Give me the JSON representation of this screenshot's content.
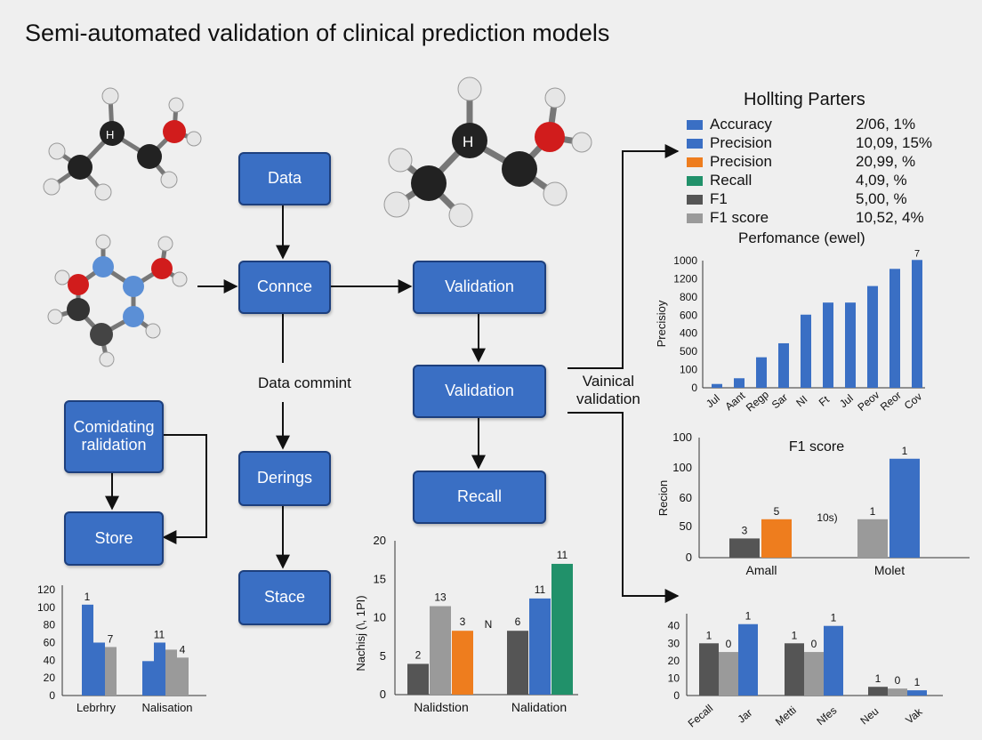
{
  "title": "Semi-automated validation of clinical prediction models",
  "flow": {
    "data": "Data",
    "connce": "Connce",
    "validation1": "Validation",
    "validation2": "Validation",
    "recall": "Recall",
    "derings": "Derings",
    "stace": "Stace",
    "comidating": "Comidating\nralidation",
    "store": "Store",
    "data_commint": "Data commint",
    "vainical": "Vainical\nvalidation"
  },
  "legend": {
    "title": "Hollting Parters",
    "items": [
      {
        "name": "Accuracy",
        "value": "2/06, 1%",
        "color": "#3a6fc4"
      },
      {
        "name": "Precision",
        "value": "10,09, 15%",
        "color": "#3a6fc4"
      },
      {
        "name": "Precision",
        "value": "20,99, %",
        "color": "#ee7d1e"
      },
      {
        "name": "Recall",
        "value": "4,09, %",
        "color": "#21916a"
      },
      {
        "name": "F1",
        "value": "5,00, %",
        "color": "#555555"
      },
      {
        "name": "F1 score",
        "value": "10,52, 4%",
        "color": "#9a9a9a"
      }
    ],
    "footer": "Perfomance (ewel)"
  },
  "chart_data": [
    {
      "type": "bar",
      "id": "precision",
      "ylabel": "Precisioy",
      "ytick_labels": [
        "0",
        "100",
        "500",
        "400",
        "600",
        "800",
        "1200",
        "1000"
      ],
      "categories": [
        "Jul",
        "Aant",
        "Regp",
        "Sar",
        "NI",
        "Ft",
        "Jul",
        "Peov",
        "Reor",
        "Cov"
      ],
      "values": [
        30,
        75,
        240,
        350,
        575,
        670,
        670,
        800,
        935,
        1005
      ],
      "ylim": [
        0,
        1000
      ],
      "annotations": [
        {
          "index": 9,
          "text": "7"
        }
      ],
      "colors": [
        "#3a6fc4"
      ]
    },
    {
      "type": "bar",
      "id": "f1score",
      "title": "F1 score",
      "ylabel": "Recion",
      "ytick_labels": [
        "0",
        "50",
        "60",
        "100",
        "100"
      ],
      "categories": [
        "Amall",
        "Molet"
      ],
      "series_values": [
        [
          20,
          40
        ],
        [
          40,
          103
        ]
      ],
      "series_colors": [
        [
          "#555555",
          "#ee7d1e"
        ],
        [
          "#9a9a9a",
          "#3a6fc4"
        ]
      ],
      "data_labels": [
        [
          "3",
          "5"
        ],
        [
          "1",
          "1"
        ]
      ],
      "ylim": [
        0,
        125
      ],
      "annotation": "10s)"
    },
    {
      "type": "bar",
      "id": "bottom-right",
      "yticks": [
        0,
        10,
        20,
        30,
        40
      ],
      "categories": [
        "Fecall",
        "Jar",
        "Metti",
        "Nfes",
        "Neu",
        "Vak"
      ],
      "groups": [
        {
          "values": [
            30,
            25,
            41
          ],
          "labels": [
            "1",
            "0",
            "1"
          ],
          "colors": [
            "#555555",
            "#9a9a9a",
            "#3a6fc4"
          ]
        },
        {
          "values": [
            30,
            25,
            40
          ],
          "labels": [
            "1",
            "0",
            "1"
          ],
          "colors": [
            "#555555",
            "#9a9a9a",
            "#3a6fc4"
          ]
        },
        {
          "values": [
            5,
            4,
            3
          ],
          "labels": [
            "1",
            "0",
            "1"
          ],
          "colors": [
            "#555555",
            "#9a9a9a",
            "#3a6fc4"
          ]
        }
      ],
      "ylim": [
        0,
        47
      ]
    },
    {
      "type": "bar",
      "id": "bottom-middle",
      "ylabel": "Nachisj (\\, 1PI)",
      "yticks": [
        0,
        5,
        10,
        15,
        20
      ],
      "categories": [
        "Nalidstion",
        "Nalidation"
      ],
      "groups": [
        {
          "values": [
            4,
            11.5,
            8.3
          ],
          "labels": [
            "2",
            "13",
            "3"
          ],
          "colors": [
            "#555555",
            "#9a9a9a",
            "#ee7d1e"
          ]
        },
        {
          "values": [
            8.3,
            12.5,
            17
          ],
          "labels": [
            "6",
            "11",
            "11"
          ],
          "colors": [
            "#555555",
            "#3a6fc4",
            "#21916a"
          ]
        }
      ],
      "annotation": "N",
      "ylim": [
        0,
        20
      ]
    },
    {
      "type": "bar",
      "id": "bottom-left",
      "yticks": [
        0,
        20,
        40,
        60,
        80,
        100,
        120
      ],
      "ytick_labels": [
        "0",
        "20",
        "40",
        "60",
        "80",
        "100",
        "120"
      ],
      "categories": [
        "Lebrhry",
        "Nalisation"
      ],
      "groups": [
        {
          "values": [
            103,
            60,
            55
          ],
          "labels": [
            "1",
            "",
            "7"
          ],
          "colors": [
            "#3a6fc4",
            "#3a6fc4",
            "#9a9a9a"
          ]
        },
        {
          "values": [
            39,
            60,
            52,
            43
          ],
          "labels": [
            "",
            "11",
            "",
            "4"
          ],
          "colors": [
            "#3a6fc4",
            "#3a6fc4",
            "#9a9a9a",
            "#9a9a9a"
          ]
        }
      ],
      "ylim": [
        0,
        125
      ]
    }
  ]
}
